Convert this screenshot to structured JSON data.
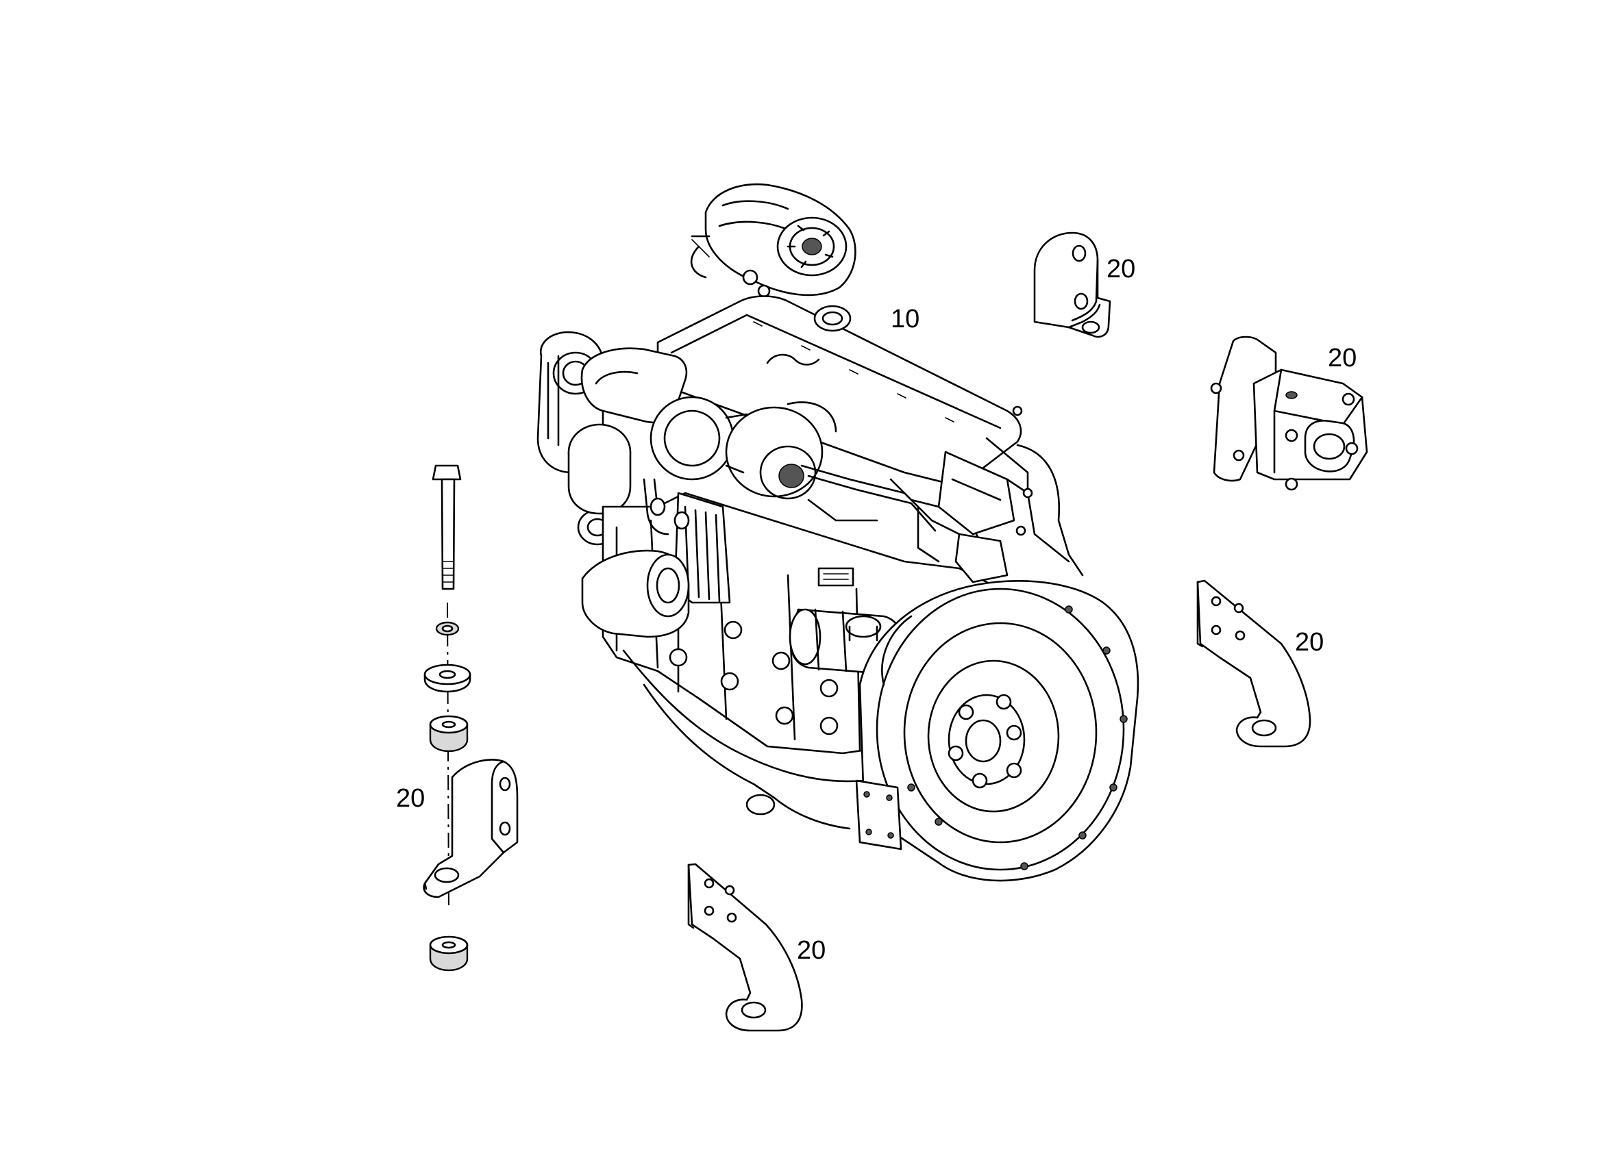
{
  "callouts": {
    "engine": "10",
    "bracket_top": "20",
    "pump": "20",
    "bracket_right": "20",
    "bracket_left": "20",
    "bracket_bottom": "20"
  }
}
